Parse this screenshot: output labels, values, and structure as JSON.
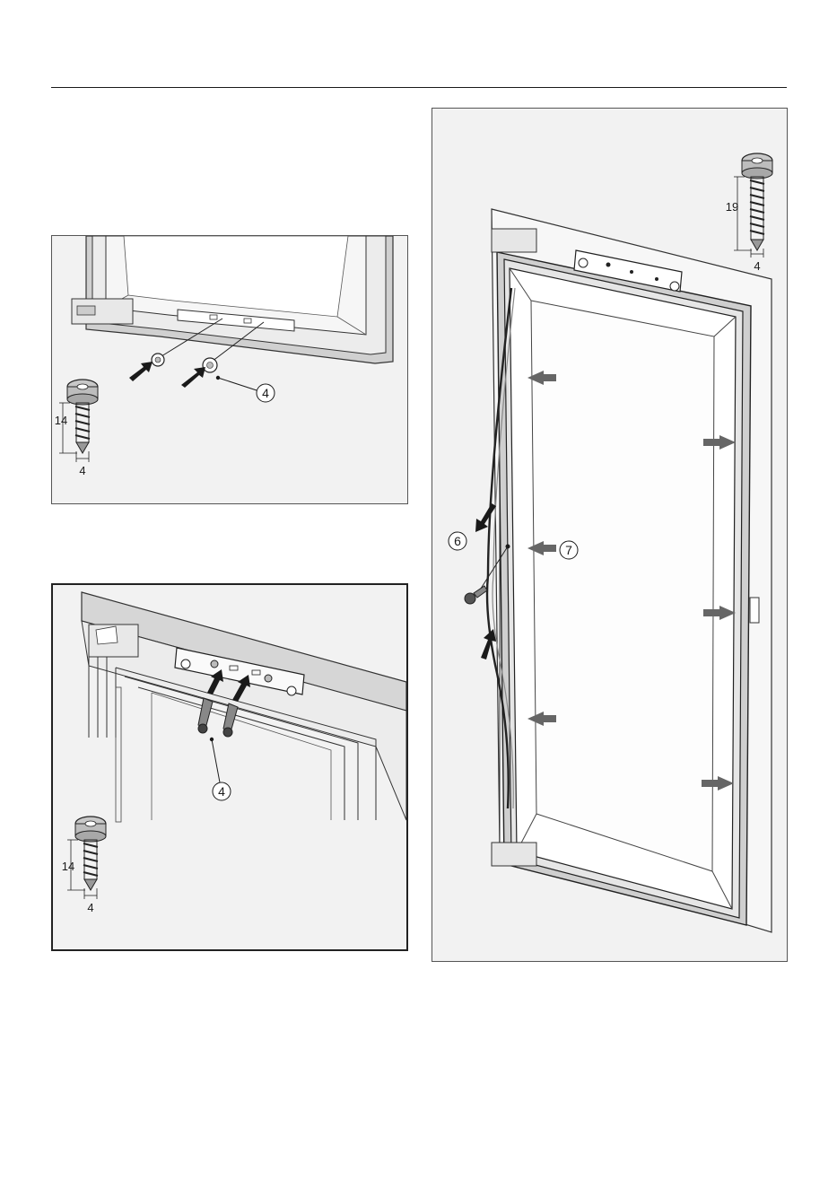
{
  "figures": [
    {
      "callout": "4",
      "screw": {
        "length": "14",
        "diameter": "4"
      }
    },
    {
      "callout": "4",
      "screw": {
        "length": "14",
        "diameter": "4"
      }
    },
    {
      "callouts": [
        "6",
        "7"
      ],
      "screw": {
        "length": "19",
        "diameter": "4"
      }
    }
  ],
  "colors": {
    "panel_bg": "#f2f2f2",
    "door_frame": "#d8d8d8",
    "arrow": "#1a1a1a",
    "arrow_grey": "#666666"
  }
}
